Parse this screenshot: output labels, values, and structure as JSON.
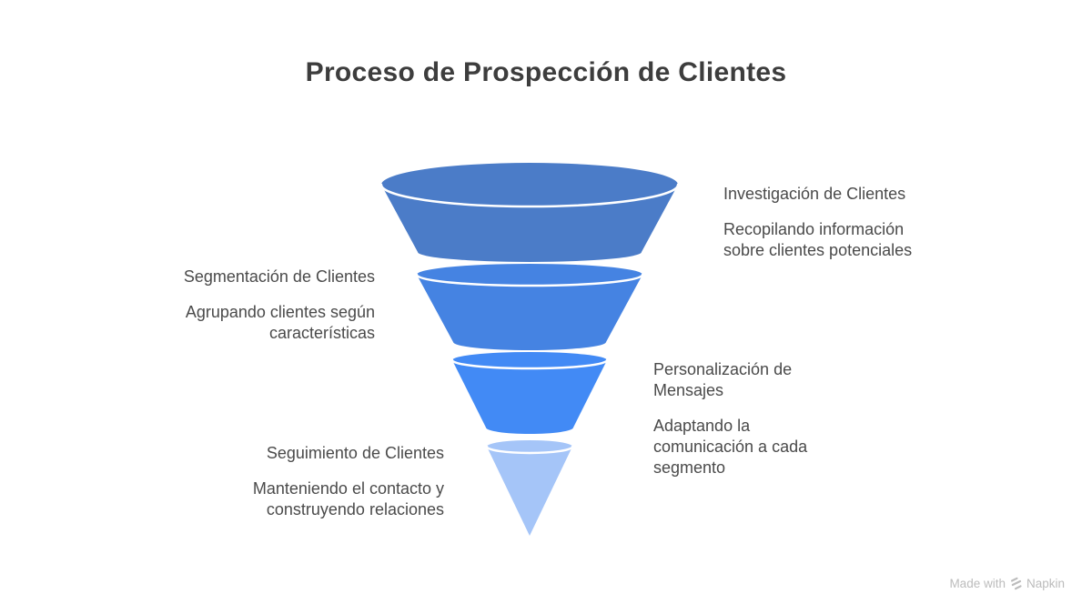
{
  "title": "Proceso de Prospección de Clientes",
  "funnel": {
    "type": "funnel",
    "stages": [
      {
        "name": "Investigación de Clientes",
        "description": "Recopilando información\nsobre clientes potenciales",
        "color": "#4B7CC8",
        "label_side": "right"
      },
      {
        "name": "Segmentación de Clientes",
        "description": "Agrupando clientes según\ncaracterísticas",
        "color": "#4583E2",
        "label_side": "left"
      },
      {
        "name": "Personalización de\nMensajes",
        "description": "Adaptando la\ncomunicación a cada\nsegmento",
        "color": "#428AF5",
        "label_side": "right"
      },
      {
        "name": "Seguimiento de Clientes",
        "description": "Manteniendo el contacto y\nconstruyendo relaciones",
        "color": "#A5C5F8",
        "label_side": "left"
      }
    ],
    "rim_line_color": "#ffffff"
  },
  "colors": {
    "background": "#ffffff",
    "title_text": "#3d3d3d",
    "label_text": "#4a4a4a",
    "watermark_text": "#bcbcbc"
  },
  "watermark": {
    "prefix": "Made with",
    "brand": "Napkin"
  }
}
